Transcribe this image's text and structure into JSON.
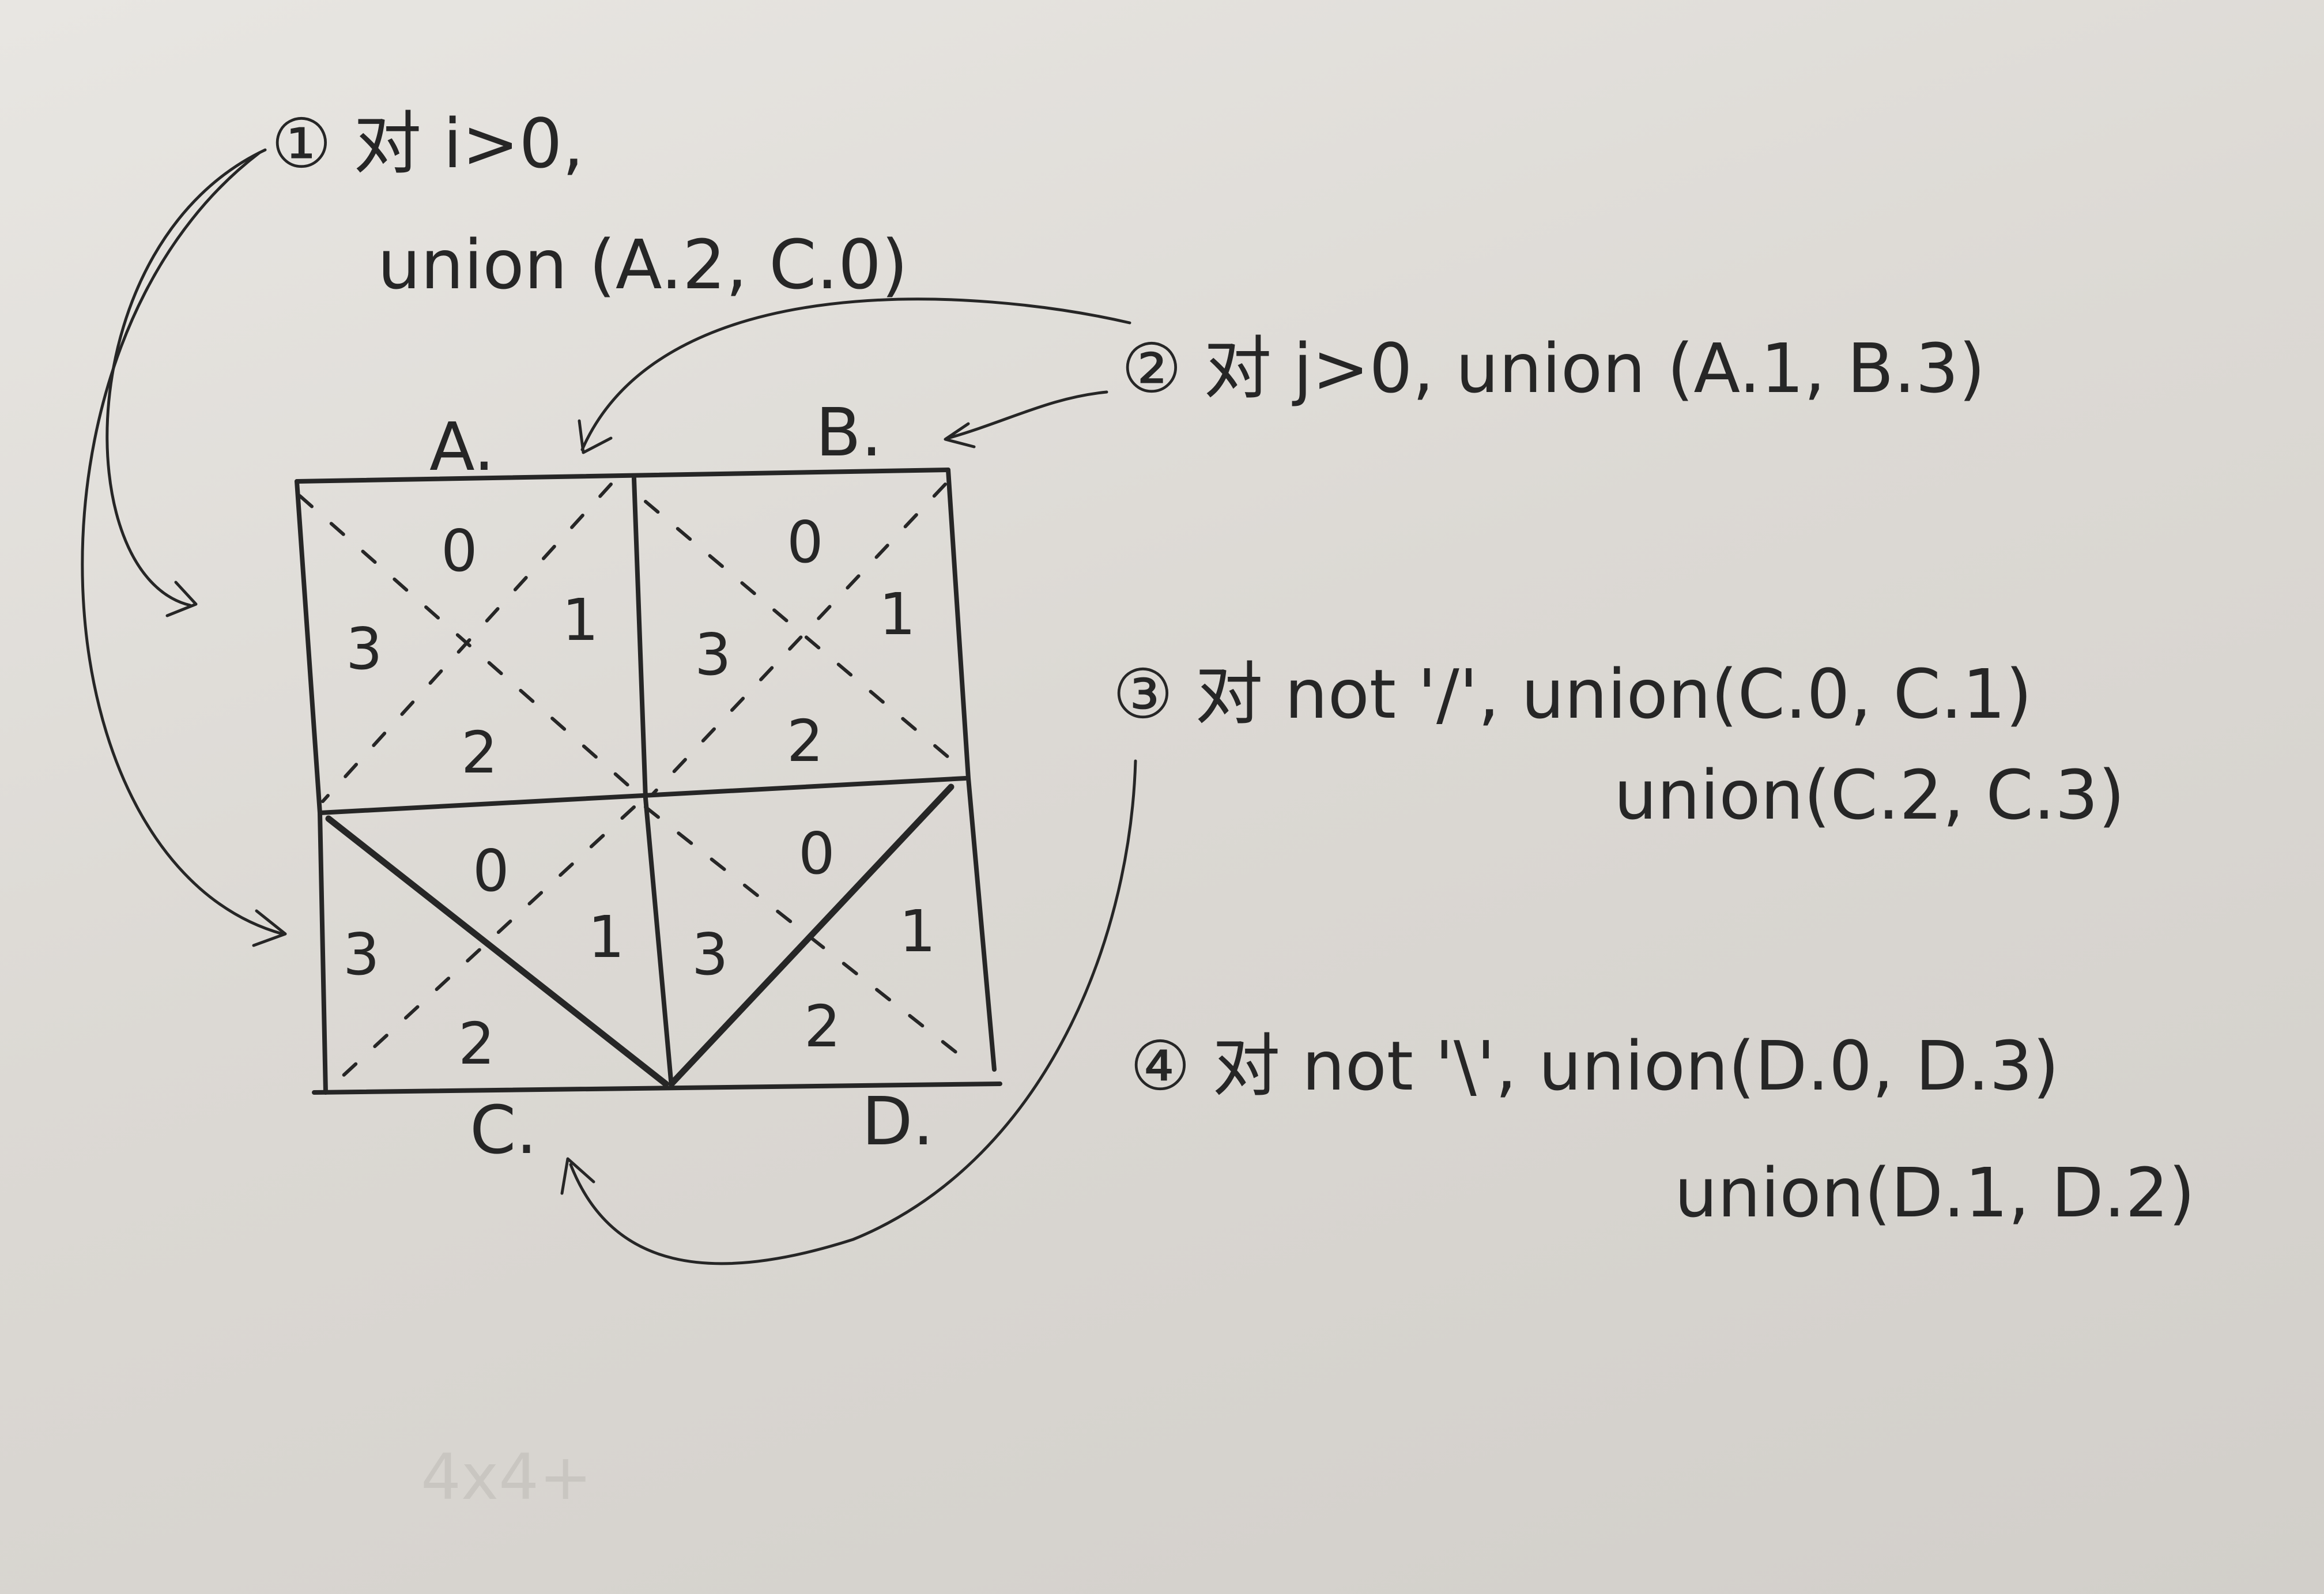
{
  "notes": {
    "step1_line1": "① 对 i>0,",
    "step1_line2": "union (A.2, C.0)",
    "step2": "② 对 j>0, union (A.1, B.3)",
    "step3_line1": "③ 对 not '/', union(C.0, C.1)",
    "step3_line2": "union(C.2, C.3)",
    "step4_line1": "④ 对 not '\\', union(D.0, D.3)",
    "step4_line2": "union(D.1, D.2)"
  },
  "grid": {
    "corners": {
      "A": "A.",
      "B": "B.",
      "C": "C.",
      "D": "D."
    },
    "cells": {
      "A": [
        "0",
        "1",
        "2",
        "3"
      ],
      "B": [
        "0",
        "1",
        "2",
        "3"
      ],
      "C": [
        "0",
        "1",
        "2",
        "3"
      ],
      "D": [
        "0",
        "1",
        "2",
        "3"
      ]
    }
  },
  "faint_text": "4x4+",
  "colors": {
    "ink": "#262626",
    "paper": "#e2e0dc"
  }
}
